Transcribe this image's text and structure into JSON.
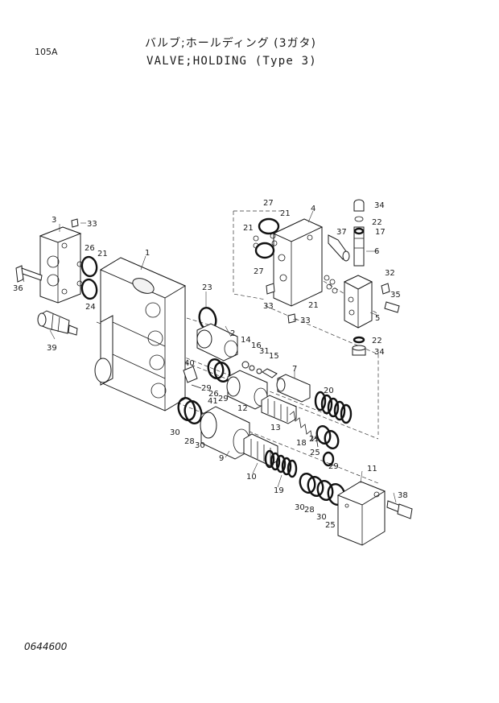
{
  "header": {
    "page_id": "105A",
    "title_jp": "バルブ;ホールディング (3ガタ)",
    "title_en": "VALVE;HOLDING (Type 3)"
  },
  "footer": {
    "drawing_number": "0644600"
  },
  "callouts": [
    {
      "key": "c1",
      "text": "1"
    },
    {
      "key": "c2",
      "text": "2"
    },
    {
      "key": "c3",
      "text": "3"
    },
    {
      "key": "c4",
      "text": "4"
    },
    {
      "key": "c5",
      "text": "5"
    },
    {
      "key": "c6",
      "text": "6"
    },
    {
      "key": "c7",
      "text": "7"
    },
    {
      "key": "c9",
      "text": "9"
    },
    {
      "key": "c10",
      "text": "10"
    },
    {
      "key": "c11",
      "text": "11"
    },
    {
      "key": "c12",
      "text": "12"
    },
    {
      "key": "c13",
      "text": "13"
    },
    {
      "key": "c14",
      "text": "14"
    },
    {
      "key": "c15",
      "text": "15"
    },
    {
      "key": "c16",
      "text": "16"
    },
    {
      "key": "c17",
      "text": "17"
    },
    {
      "key": "c18",
      "text": "18"
    },
    {
      "key": "c19",
      "text": "19"
    },
    {
      "key": "c20",
      "text": "20"
    },
    {
      "key": "c21a",
      "text": "21"
    },
    {
      "key": "c21b",
      "text": "21"
    },
    {
      "key": "c21c",
      "text": "21"
    },
    {
      "key": "c21d",
      "text": "21"
    },
    {
      "key": "c22a",
      "text": "22"
    },
    {
      "key": "c22b",
      "text": "22"
    },
    {
      "key": "c23",
      "text": "23"
    },
    {
      "key": "c24",
      "text": "24"
    },
    {
      "key": "c25a",
      "text": "25"
    },
    {
      "key": "c25b",
      "text": "25"
    },
    {
      "key": "c26a",
      "text": "26"
    },
    {
      "key": "c26b",
      "text": "26"
    },
    {
      "key": "c27a",
      "text": "27"
    },
    {
      "key": "c27b",
      "text": "27"
    },
    {
      "key": "c28a",
      "text": "28"
    },
    {
      "key": "c28b",
      "text": "28"
    },
    {
      "key": "c29a",
      "text": "29"
    },
    {
      "key": "c29b",
      "text": "29"
    },
    {
      "key": "c29c",
      "text": "29"
    },
    {
      "key": "c29d",
      "text": "29"
    },
    {
      "key": "c30a",
      "text": "30"
    },
    {
      "key": "c30b",
      "text": "30"
    },
    {
      "key": "c30c",
      "text": "30"
    },
    {
      "key": "c30d",
      "text": "30"
    },
    {
      "key": "c31",
      "text": "31"
    },
    {
      "key": "c32",
      "text": "32"
    },
    {
      "key": "c33a",
      "text": "33"
    },
    {
      "key": "c33b",
      "text": "33"
    },
    {
      "key": "c33c",
      "text": "33"
    },
    {
      "key": "c34a",
      "text": "34"
    },
    {
      "key": "c34b",
      "text": "34"
    },
    {
      "key": "c35",
      "text": "35"
    },
    {
      "key": "c36",
      "text": "36"
    },
    {
      "key": "c37",
      "text": "37"
    },
    {
      "key": "c38",
      "text": "38"
    },
    {
      "key": "c39",
      "text": "39"
    },
    {
      "key": "c40",
      "text": "40"
    },
    {
      "key": "c41",
      "text": "41"
    }
  ]
}
